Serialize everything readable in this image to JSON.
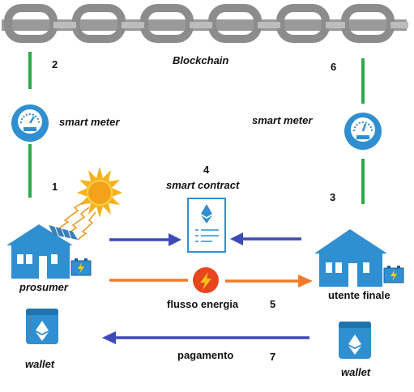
{
  "title": "Blockchain",
  "labels": {
    "smart_meter_left": "smart meter",
    "smart_meter_right": "smart meter",
    "smart_contract": "smart contract",
    "prosumer": "prosumer",
    "utente_finale": "utente finale",
    "flusso_energia": "flusso energia",
    "pagamento": "pagamento",
    "wallet_left": "wallet",
    "wallet_right": "wallet"
  },
  "steps": {
    "s1": "1",
    "s2": "2",
    "s3": "3",
    "s4": "4",
    "s5": "5",
    "s6": "6",
    "s7": "7"
  },
  "icons": {
    "chain": "chain-icon",
    "meter": "smart-meter-icon",
    "sun": "sun-icon",
    "house": "house-icon",
    "battery": "battery-icon",
    "contract": "contract-document-icon",
    "lightning": "lightning-icon",
    "wallet": "wallet-icon",
    "ethereum": "ethereum-icon"
  },
  "colors": {
    "chain": "#8c8c8c",
    "green_line": "#2eaa4a",
    "blue_arrow": "#3d4ab8",
    "orange_arrow": "#f07c2a",
    "icon_blue": "#2f8fd0",
    "sun": "#f6b21a",
    "lightning_circle": "#e8461c"
  }
}
